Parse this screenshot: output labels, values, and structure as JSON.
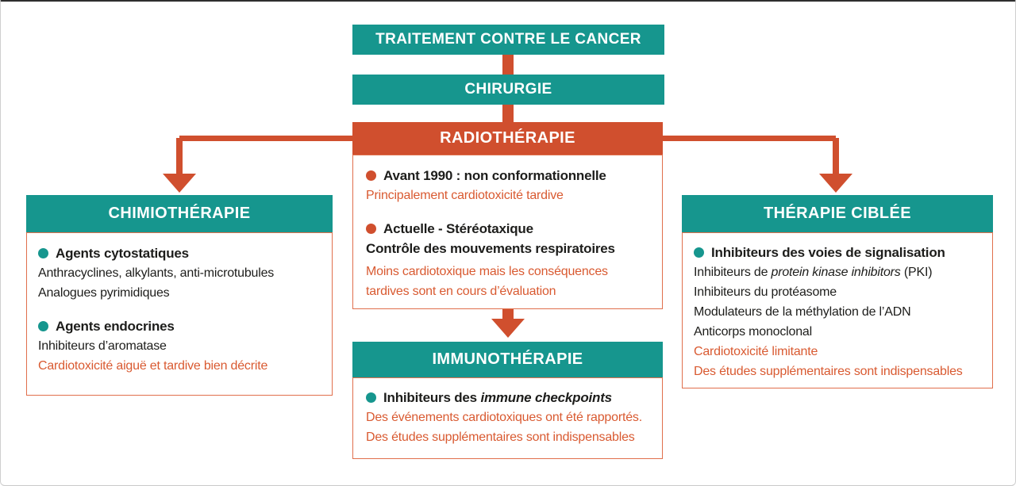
{
  "palette": {
    "teal": "#16968e",
    "orange": "#d04f2e",
    "orange_text": "#d95a31",
    "ink": "#1d1d1b",
    "panel_border": "#e06f4c"
  },
  "nodes": {
    "traitement": "TRAITEMENT CONTRE LE CANCER",
    "chirurgie": "CHIRURGIE",
    "radiotherapie": "RADIOTHÉRAPIE",
    "chimiotherapie": "CHIMIOTHÉRAPIE",
    "therapie_ciblee": "THÉRAPIE CIBLÉE",
    "immunotherapie": "IMMUNOTHÉRAPIE"
  },
  "radiotherapie_panel": {
    "bullet1": "Avant 1990 : non conformationnelle",
    "note1": "Principalement cardiotoxicité tardive",
    "bullet2": "Actuelle - Stéréotaxique",
    "bold2": "Contrôle des mouvements respiratoires",
    "note2_line1": "Moins cardiotoxique mais les conséquences",
    "note2_line2": "tardives sont en cours d’évaluation"
  },
  "chimiotherapie_panel": {
    "bullet1": "Agents cytostatiques",
    "line1": "Anthracyclines, alkylants, anti-microtubules",
    "line2": "Analogues pyrimidiques",
    "bullet2": "Agents endocrines",
    "line3": "Inhibiteurs d’aromatase",
    "note1": "Cardiotoxicité aiguë et tardive bien décrite"
  },
  "therapie_ciblee_panel": {
    "bullet1": "Inhibiteurs des voies de signalisation",
    "pki_prefix": "Inhibiteurs de ",
    "pki_italic": "protein kinase inhibitors",
    "pki_suffix": " (PKI)",
    "line2": "Inhibiteurs du protéasome",
    "line3": "Modulateurs de la méthylation de l’ADN",
    "line4": "Anticorps monoclonal",
    "note1": "Cardiotoxicité limitante",
    "note2": "Des études supplémentaires sont indispensables"
  },
  "immunotherapie_panel": {
    "bullet_prefix": "Inhibiteurs des ",
    "bullet_italic": "immune checkpoints",
    "note1": "Des événements cardiotoxiques ont été rapportés.",
    "note2": "Des études supplémentaires sont indispensables"
  }
}
